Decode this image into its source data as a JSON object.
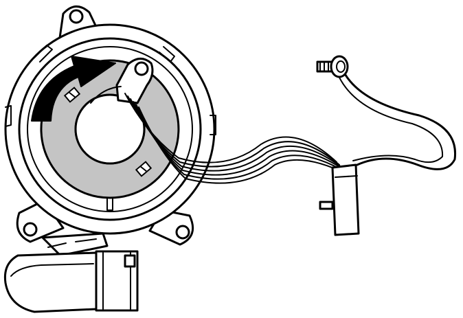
{
  "diagram": {
    "subject": "clock-spring-assembly",
    "colors": {
      "line": "#000000",
      "background": "#ffffff",
      "contact_ring": "#c4c4c4",
      "arrow": "#000000"
    },
    "components": [
      {
        "name": "housing",
        "icon": "clock-spring-housing"
      },
      {
        "name": "rotation-arrow",
        "icon": "curved-arrow-icon"
      },
      {
        "name": "ribbon-cable",
        "icon": "flat-cable"
      },
      {
        "name": "ground-screw",
        "icon": "screw-icon"
      },
      {
        "name": "cable-connector",
        "icon": "connector-plug"
      },
      {
        "name": "bottom-connector",
        "icon": "connector-housing"
      }
    ]
  }
}
